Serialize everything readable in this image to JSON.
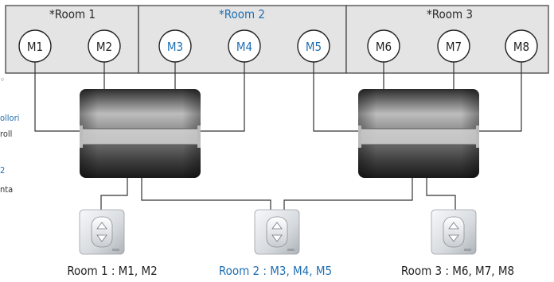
{
  "rooms": [
    {
      "title": "*Room 1",
      "highlight": false
    },
    {
      "title": "*Room 2",
      "highlight": true
    },
    {
      "title": "*Room 3",
      "highlight": false
    }
  ],
  "motors": [
    {
      "label": "M1",
      "highlight": false
    },
    {
      "label": "M2",
      "highlight": false
    },
    {
      "label": "M3",
      "highlight": true
    },
    {
      "label": "M4",
      "highlight": true
    },
    {
      "label": "M5",
      "highlight": true
    },
    {
      "label": "M6",
      "highlight": false
    },
    {
      "label": "M7",
      "highlight": false
    },
    {
      "label": "M8",
      "highlight": false
    }
  ],
  "controls": [
    {
      "label": "Room 1 : M1, M2",
      "highlight": false
    },
    {
      "label": "Room 2 : M3, M4, M5",
      "highlight": true
    },
    {
      "label": "Room 3 : M6, M7, M8",
      "highlight": false
    }
  ],
  "side_text": [
    {
      "text": "ollori",
      "highlight": true
    },
    {
      "text": "roll",
      "highlight": false
    },
    {
      "text": "2",
      "highlight": true
    },
    {
      "text": "nta",
      "highlight": false
    }
  ],
  "colors": {
    "accent": "#1f6fb2",
    "room_fill": "#e4e4e4",
    "line": "#333333"
  }
}
